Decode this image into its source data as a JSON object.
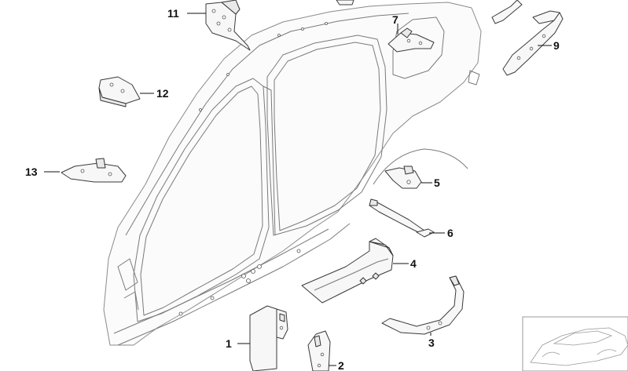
{
  "callouts": {
    "c1": "1",
    "c2": "2",
    "c3": "3",
    "c4": "4",
    "c5": "5",
    "c6": "6",
    "c7": "7",
    "c9": "9",
    "c11": "11",
    "c12": "12",
    "c13": "13"
  }
}
